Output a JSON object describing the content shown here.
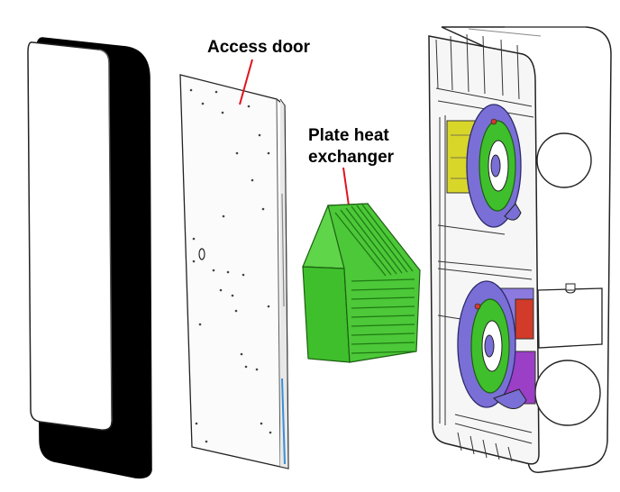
{
  "labels": {
    "access_door": "Access door",
    "plate_heat_exchanger_line1": "Plate heat",
    "plate_heat_exchanger_line2": "exchanger"
  },
  "colors": {
    "leader_line": "#e0141e",
    "heat_exchanger_top": "#5fd54a",
    "heat_exchanger_left": "#3fbf2c",
    "heat_exchanger_right": "#37b126",
    "heat_exchanger_fins": "#1f7a14",
    "fan_ring": "#7a6fd6",
    "fan_inner": "#3fbf2c",
    "motor_block": "#d9d62a",
    "purple_part": "#9a3fc6",
    "red_part": "#d23a2a",
    "panel_black": "#000000",
    "outline": "#222222"
  }
}
